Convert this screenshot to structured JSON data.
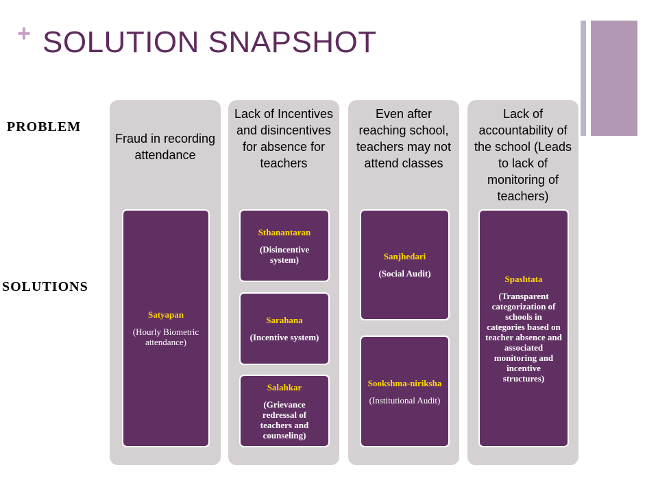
{
  "header": {
    "plus": "+",
    "title": "SOLUTION SNAPSHOT"
  },
  "row_labels": {
    "problem": "PROBLEM",
    "solutions": "SOLUTIONS"
  },
  "columns": [
    {
      "problem": "Fraud in recording attendance",
      "solutions": [
        {
          "name": "Satyapan",
          "desc": "(Hourly Biometric attendance)"
        }
      ]
    },
    {
      "problem": "Lack of Incentives and disincentives for absence for teachers",
      "solutions": [
        {
          "name": "Sthanantaran",
          "desc": "(Disincentive system)"
        },
        {
          "name": "Sarahana",
          "desc": "(Incentive system)"
        },
        {
          "name": "Salahkar",
          "desc": "(Grievance redressal of teachers and counseling)"
        }
      ]
    },
    {
      "problem": "Even after reaching school, teachers may not attend classes",
      "solutions": [
        {
          "name": "Sanjhedari",
          "desc": "(Social Audit)"
        },
        {
          "name": "Sookshma-niriksha",
          "desc": "(Institutional Audit)"
        }
      ]
    },
    {
      "problem": "Lack of accountability of the school (Leads to lack of monitoring of teachers)",
      "solutions": [
        {
          "name": "Spashtata",
          "desc": "(Transparent categorization of schools in categories based on teacher absence and associated monitoring and incentive structures)"
        }
      ]
    }
  ],
  "colors": {
    "title": "#5e2b5c",
    "plus": "#c79bc3",
    "column_bg": "#d5d1d3",
    "box_bg": "#613063",
    "solution_name": "#ffd700",
    "deco_thin": "#b8b6cc",
    "deco_wide": "#b298b2"
  }
}
